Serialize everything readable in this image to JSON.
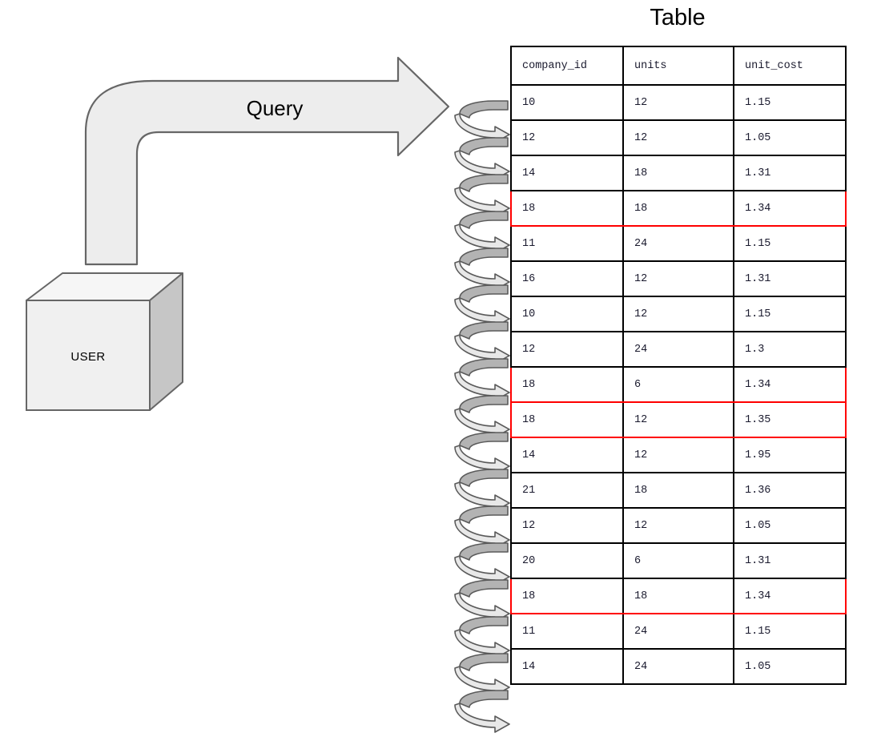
{
  "diagram": {
    "title": "Table",
    "query_arrow_label": "Query",
    "user_box_label": "USER",
    "colors": {
      "highlight": "#ff0000",
      "table_border": "#000000",
      "shape_fill": "#ededed",
      "shape_stroke": "#666666",
      "cube_front": "#f0f0f0",
      "cube_top": "#f6f6f6",
      "cube_side": "#c6c6c6",
      "spiral_back": "#b3b3b3",
      "spiral_front": "#e8e8e8",
      "spiral_stroke": "#5a5a5a"
    },
    "icons": {
      "query_arrow": "curved-bent-arrow-right",
      "user_box": "3d-cube",
      "spiral": "spiral-loop-arrows"
    },
    "spiral_loop_count": 17
  },
  "table": {
    "columns": [
      "company_id",
      "units",
      "unit_cost"
    ],
    "rows": [
      {
        "company_id": "10",
        "units": "12",
        "unit_cost": "1.15",
        "highlighted": false
      },
      {
        "company_id": "12",
        "units": "12",
        "unit_cost": "1.05",
        "highlighted": false
      },
      {
        "company_id": "14",
        "units": "18",
        "unit_cost": "1.31",
        "highlighted": false
      },
      {
        "company_id": "18",
        "units": "18",
        "unit_cost": "1.34",
        "highlighted": true
      },
      {
        "company_id": "11",
        "units": "24",
        "unit_cost": "1.15",
        "highlighted": false
      },
      {
        "company_id": "16",
        "units": "12",
        "unit_cost": "1.31",
        "highlighted": false
      },
      {
        "company_id": "10",
        "units": "12",
        "unit_cost": "1.15",
        "highlighted": false
      },
      {
        "company_id": "12",
        "units": "24",
        "unit_cost": "1.3",
        "highlighted": false
      },
      {
        "company_id": "18",
        "units": "6",
        "unit_cost": "1.34",
        "highlighted": true
      },
      {
        "company_id": "18",
        "units": "12",
        "unit_cost": "1.35",
        "highlighted": true
      },
      {
        "company_id": "14",
        "units": "12",
        "unit_cost": "1.95",
        "highlighted": false
      },
      {
        "company_id": "21",
        "units": "18",
        "unit_cost": "1.36",
        "highlighted": false
      },
      {
        "company_id": "12",
        "units": "12",
        "unit_cost": "1.05",
        "highlighted": false
      },
      {
        "company_id": "20",
        "units": "6",
        "unit_cost": "1.31",
        "highlighted": false
      },
      {
        "company_id": "18",
        "units": "18",
        "unit_cost": "1.34",
        "highlighted": true
      },
      {
        "company_id": "11",
        "units": "24",
        "unit_cost": "1.15",
        "highlighted": false
      },
      {
        "company_id": "14",
        "units": "24",
        "unit_cost": "1.05",
        "highlighted": false
      }
    ]
  }
}
